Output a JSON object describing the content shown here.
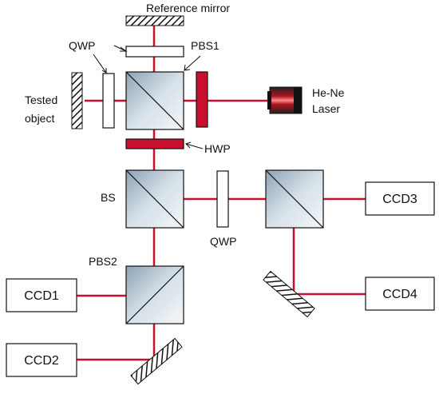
{
  "labels": {
    "reference_mirror": "Reference mirror",
    "qwp_top": "QWP",
    "pbs1": "PBS1",
    "tested_object_line1": "Tested",
    "tested_object_line2": "object",
    "laser_line1": "He-Ne",
    "laser_line2": "Laser",
    "hwp": "HWP",
    "bs": "BS",
    "qwp_mid": "QWP",
    "pbs2": "PBS2"
  },
  "detectors": {
    "ccd1": "CCD1",
    "ccd2": "CCD2",
    "ccd3": "CCD3",
    "ccd4": "CCD4"
  },
  "colors": {
    "beam": "#c8102e",
    "hwp_fill": "#c8102e",
    "cube_fill": "#c9d6e0",
    "outline": "#111111"
  }
}
